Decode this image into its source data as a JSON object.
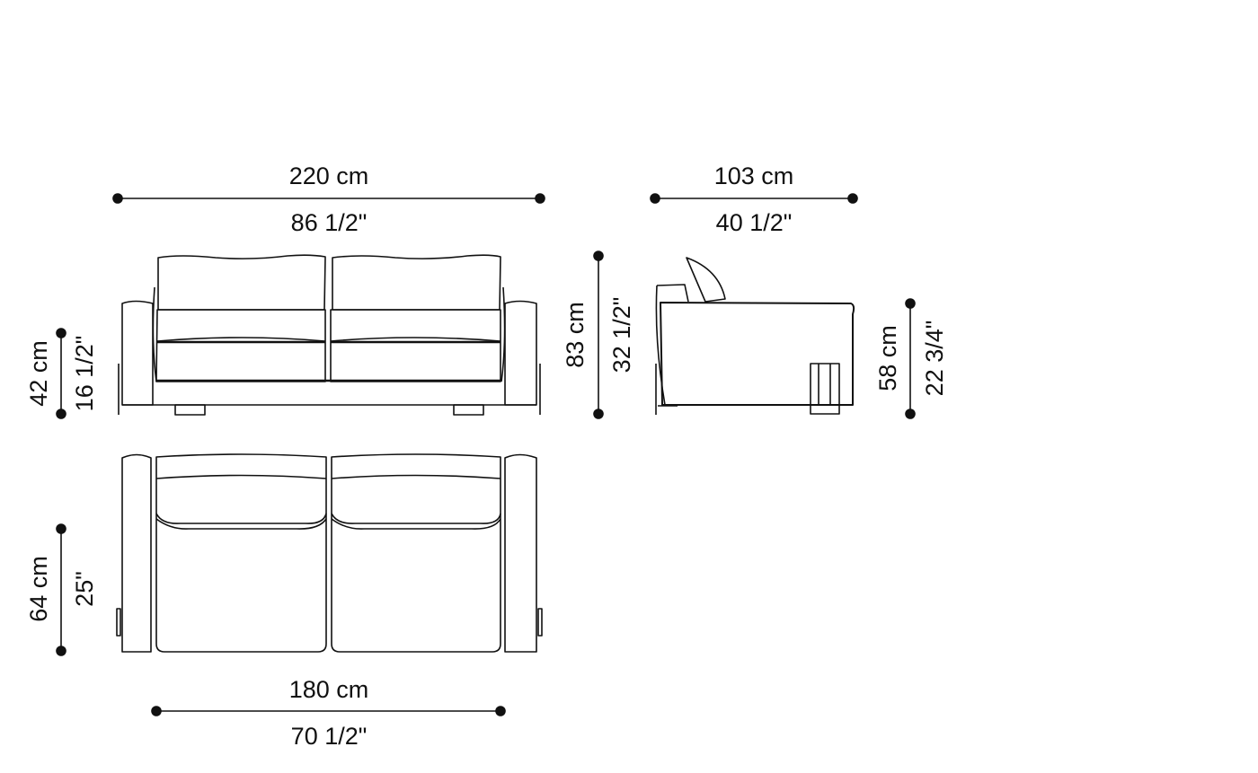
{
  "drawing": {
    "subject": "two-seat sofa technical drawing",
    "views": [
      "front elevation",
      "side elevation",
      "top plan"
    ],
    "line_color": "#111111",
    "background": "#ffffff"
  },
  "dimensions": {
    "overall_width": {
      "cm": "220 cm",
      "in": "86 1/2\""
    },
    "overall_depth": {
      "cm": "103 cm",
      "in": "40 1/2\""
    },
    "overall_height": {
      "cm": "83 cm",
      "in": "32 1/2\""
    },
    "seat_height": {
      "cm": "42 cm",
      "in": "16 1/2\""
    },
    "arm_height": {
      "cm": "58 cm",
      "in": "22 3/4\""
    },
    "seat_depth": {
      "cm": "64 cm",
      "in": "25\""
    },
    "seat_width": {
      "cm": "180 cm",
      "in": "70 1/2\""
    }
  }
}
